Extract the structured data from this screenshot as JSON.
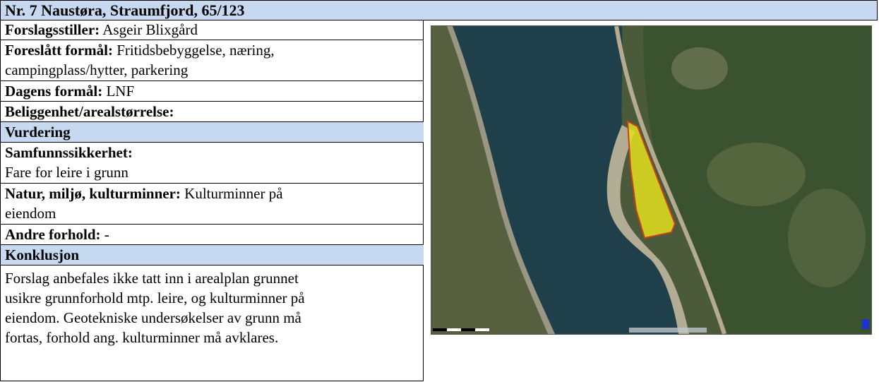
{
  "title": "Nr. 7 Naustøra, Straumfjord, 65/123",
  "rows": {
    "forslagsstiller_label": "Forslagsstiller:",
    "forslagsstiller_value": " Asgeir Blixgård",
    "formal_label": "Foreslått formål:",
    "formal_value_1": " Fritidsbebyggelse, næring,",
    "formal_value_2": "campingplass/hytter, parkering",
    "dagens_label": "Dagens formål:",
    "dagens_value": " LNF",
    "beliggenhet_label": "Beliggenhet/arealstørrelse:",
    "vurdering_head": "Vurdering",
    "samfunn_label": "Samfunnssikkerhet:",
    "samfunn_value": "Fare for leire i grunn",
    "natur_label": "Natur, miljø, kulturminner:",
    "natur_value_1": " Kulturminner på",
    "natur_value_2": "eiendom",
    "andre_label": "Andre forhold:",
    "andre_value": " -",
    "konklusjon_head": "Konklusjon",
    "konklusjon_1": "Forslag anbefales ikke tatt inn i arealplan grunnet",
    "konklusjon_2": "usikre grunnforhold mtp. leire, og kulturminner på",
    "konklusjon_3": "eiendom. Geotekniske undersøkelser av grunn må",
    "konklusjon_4": "fortas, forhold ang. kulturminner må avklares."
  },
  "colors": {
    "header_fill": "#c6d9f1",
    "water": "#1f3f4a",
    "forest": "#3b5230",
    "area_highlight": "#e3e11f"
  },
  "map": {
    "content": "aerial-photo with yellow highlighted plot"
  }
}
